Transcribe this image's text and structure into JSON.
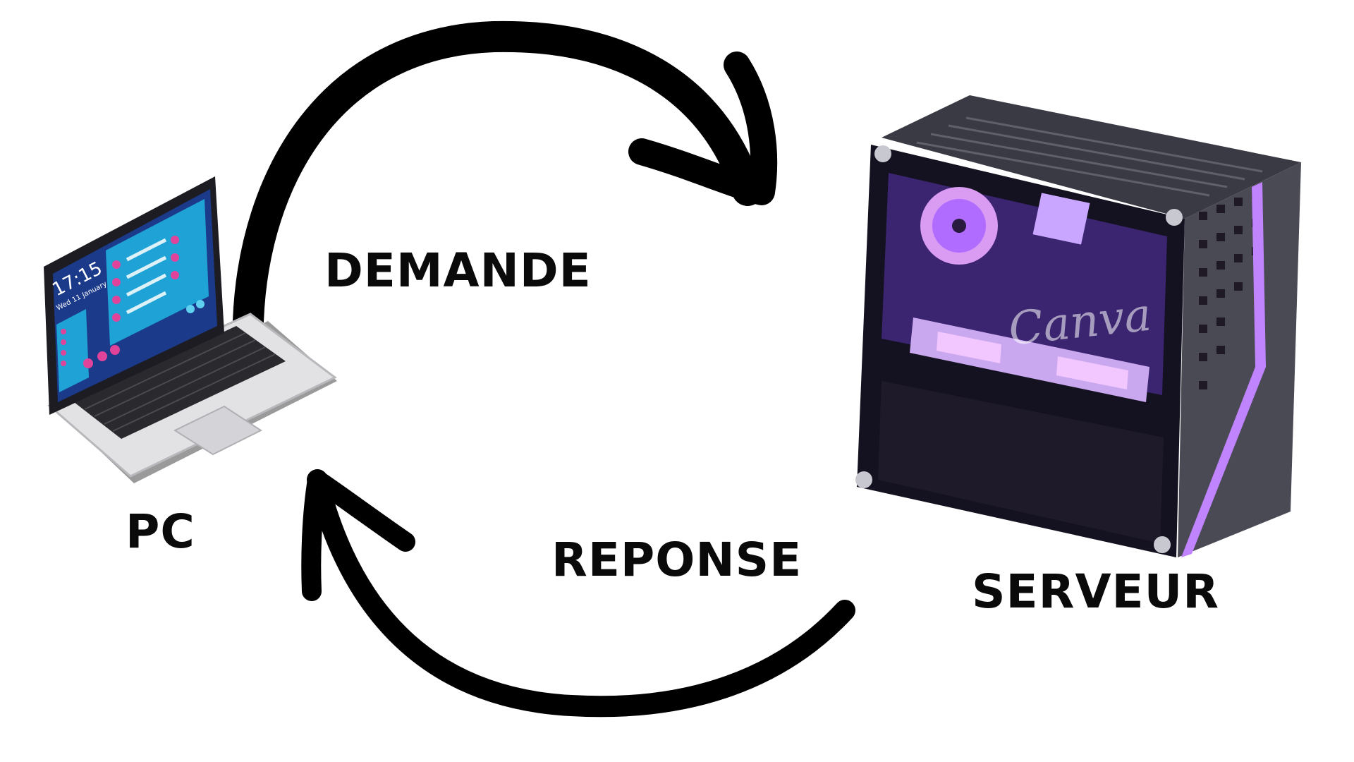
{
  "labels": {
    "request": "DEMANDE",
    "response": "REPONSE",
    "client": "PC",
    "server": "SERVEUR"
  },
  "laptop_screen": {
    "time": "17:15",
    "date": "Wed 11 January"
  },
  "watermark": "Canva",
  "colors": {
    "arrow": "#000000",
    "text": "#0a0a0a",
    "laptop_screen": "#1fa3d6",
    "laptop_screen_dark": "#1b3a8a",
    "laptop_accent": "#e0449a",
    "server_glow": "#b06cff",
    "server_case": "#2b2b33"
  },
  "icons": [
    "laptop-icon",
    "server-tower-icon",
    "curved-arrow-request",
    "curved-arrow-response"
  ]
}
